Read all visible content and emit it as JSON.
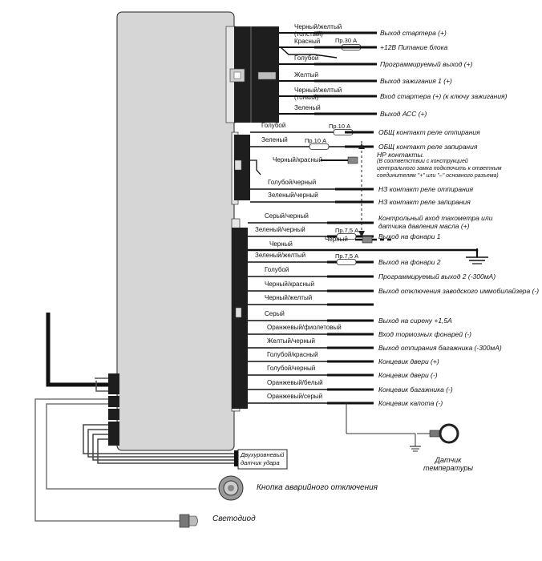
{
  "connector1": {
    "wires": [
      {
        "wire": "Черный/желтый",
        "wire2": "(толстый)",
        "desc": "Выход стартера (+)"
      },
      {
        "wire": "Красный",
        "fuse": "Пр.30 А",
        "desc": "+12В Питание блока"
      },
      {
        "wire": "Голубой",
        "desc": "Программируемый выход (+)"
      },
      {
        "wire": "Желтый",
        "desc": "Выход зажигания 1 (+)"
      },
      {
        "wire": "Черный/желтый",
        "wire2": "(тонкий)",
        "desc": "Вход стартера (+) (к ключу зажигания)"
      },
      {
        "wire": "Зеленый",
        "desc": "Выход АСС (+)"
      }
    ]
  },
  "connector2": {
    "wires": [
      {
        "wire": "Голубой",
        "fuse": "Пр.10 А",
        "desc": "ОБЩ контакт реле отпирания"
      },
      {
        "wire": "Зеленый",
        "fuse": "Пр.10 А",
        "desc": "ОБЩ контакт реле запирания"
      },
      {
        "wire": "Черный/красный",
        "desc": "НР контакты.",
        "desc2": "(В соответствии с конструкцией центрального замка подключить к ответным соединителям \"+\" или \"–\" основного разъема)"
      },
      {
        "wire": "Голубой/черный",
        "desc": "НЗ контакт реле отпирания"
      },
      {
        "wire": "Зеленый/черный",
        "desc": "НЗ контакт реле запирания"
      }
    ]
  },
  "connector3": {
    "wires": [
      {
        "wire": "Серый/черный",
        "desc": "Контрольный вход тахометра или",
        "desc2": "датчика давления масла (+)"
      },
      {
        "wire": "Зеленый/черный",
        "fuse": "Пр.7,5 А",
        "desc": "Выход на фонари 1"
      },
      {
        "wire": "Черный",
        "desc": ""
      },
      {
        "wire": "Зеленый/желтый",
        "fuse": "Пр.7,5 А",
        "desc": "Выход на фонари 2"
      },
      {
        "wire": "Голубой",
        "desc": "Программируемый выход 2 (-300мА)"
      },
      {
        "wire": "Черный/красный",
        "desc": "Выход отключения заводского иммобилайзера (-)"
      },
      {
        "wire": "Черный/желтый",
        "desc": ""
      },
      {
        "wire": "Серый",
        "desc": "Выход на сирену +1,5А"
      },
      {
        "wire": "Оранжевый/фиолетовый",
        "desc": "Вход тормозных фонарей (-)"
      },
      {
        "wire": "Желтый/черный",
        "desc": "Выход отпирания багажника (-300мА)"
      },
      {
        "wire": "Голубой/красный",
        "desc": "Концевик двери (+)"
      },
      {
        "wire": "Голубой/черный",
        "desc": "Концевик двери (-)"
      },
      {
        "wire": "Оранжевый/белый",
        "desc": "Концевик багажника (-)"
      },
      {
        "wire": "Оранжевый/серый",
        "desc": "Концевик капота (-)"
      }
    ]
  },
  "black_jumper_label": "Черный",
  "peripherals": {
    "shock_sensor": "Двухуровневый датчик удара",
    "panic_button": "Кнопка аварийного отключения",
    "led": "Светодиод",
    "temp_sensor": "Датчик температуры"
  }
}
